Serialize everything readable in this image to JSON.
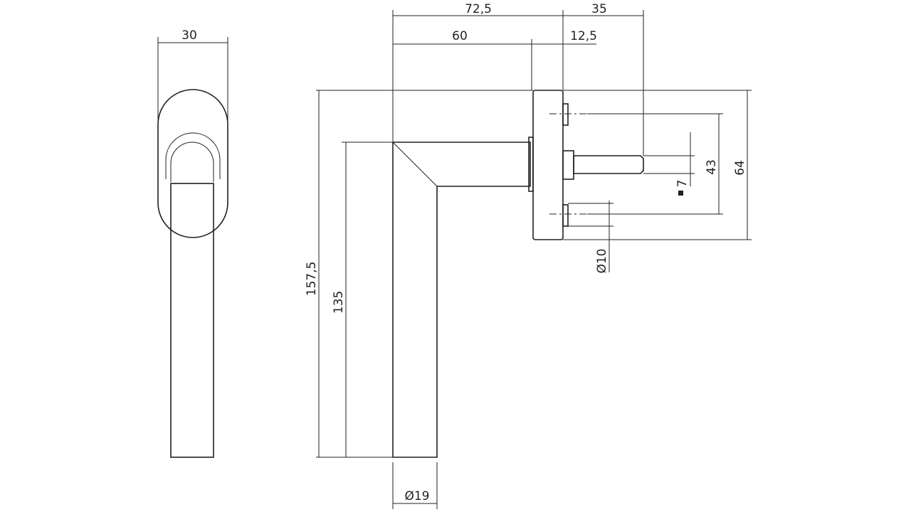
{
  "dimensions": {
    "width_front": "30",
    "total_length": "72,5",
    "spindle_length": "35",
    "lever_length": "60",
    "rose_thickness": "12,5",
    "total_height": "157,5",
    "lever_height": "135",
    "lever_diameter": "Ø19",
    "screw_diameter": "Ø10",
    "spindle_square": "7",
    "screw_spacing": "43",
    "rose_height": "64"
  },
  "colors": {
    "line": "#231f20",
    "background": "#ffffff"
  }
}
